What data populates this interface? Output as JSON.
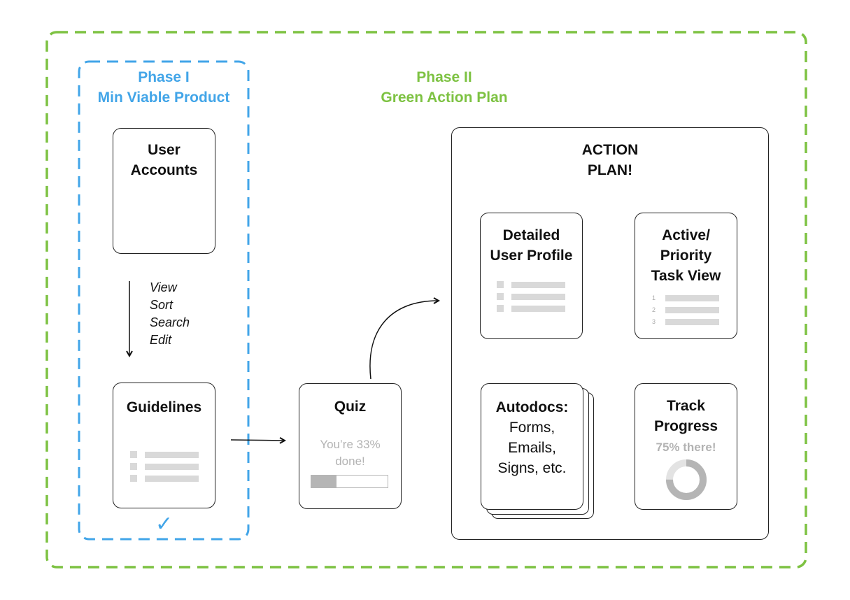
{
  "phase1": {
    "title_line1": "Phase I",
    "title_line2": "Min Viable Product",
    "color": "#42a5e8"
  },
  "phase2": {
    "title_line1": "Phase II",
    "title_line2": "Green Action Plan",
    "color": "#7dc242"
  },
  "user_accounts": {
    "line1": "User",
    "line2": "Accounts"
  },
  "actions": [
    "View",
    "Sort",
    "Search",
    "Edit"
  ],
  "guidelines": {
    "title": "Guidelines"
  },
  "quiz": {
    "title": "Quiz",
    "status_line1": "You’re 33%",
    "status_line2": "done!",
    "progress": 0.33
  },
  "action_plan": {
    "line1": "ACTION",
    "line2": "PLAN!"
  },
  "detailed_profile": {
    "line1": "Detailed",
    "line2": "User Profile"
  },
  "priority_view": {
    "line1": "Active/",
    "line2": "Priority",
    "line3": "Task View",
    "numbers": [
      "1",
      "2",
      "3"
    ]
  },
  "autodocs": {
    "line1": "Autodocs:",
    "line2": "Forms,",
    "line3": "Emails,",
    "line4": "Signs, etc."
  },
  "track_progress": {
    "line1": "Track",
    "line2": "Progress",
    "status": "75% there!",
    "progress": 0.75
  },
  "checkmark": "✓",
  "colors": {
    "accent_gray": "#d9d9d9",
    "progress_fill": "#b5b5b5",
    "border": "#222222"
  }
}
